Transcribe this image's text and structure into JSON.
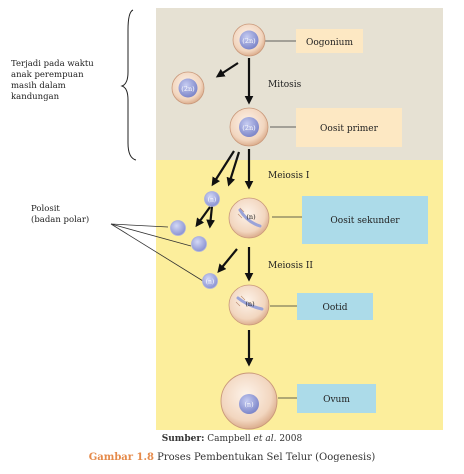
{
  "stages": {
    "oogonium": "Oogonium",
    "mitosis": "Mitosis",
    "primary_oocyte": "Oosit primer",
    "meiosis_1": "Meiosis I",
    "secondary_oocyte": "Oosit sekunder",
    "meiosis_2": "Meiosis II",
    "ootid": "Ootid",
    "ovum": "Ovum"
  },
  "ploidy": {
    "diploid": "(2n)",
    "haploid": "(n)"
  },
  "side_labels": {
    "in_womb": [
      "Terjadi pada waktu",
      "anak perempuan",
      "masih dalam",
      "kandungan"
    ],
    "polar_body": [
      "Polosit",
      "(badan polar)"
    ]
  },
  "caption": {
    "source_prefix": "Sumber:",
    "source_text": " Campbell ",
    "source_italic": "et al.",
    "source_year": " 2008",
    "figure_number": "Gambar 1.8",
    "figure_title": " Proses Pembentukan Sel Telur (Oogenesis)"
  },
  "colors": {
    "top_band": "#e6e1d3",
    "bottom_band": "#fcee9c",
    "label_tan": "#fde8c3",
    "label_blue": "#acdbe9",
    "cell_fill": "#f3d9c4",
    "nucleus": "#8f97d4",
    "figure_number": "#e58a4a"
  }
}
